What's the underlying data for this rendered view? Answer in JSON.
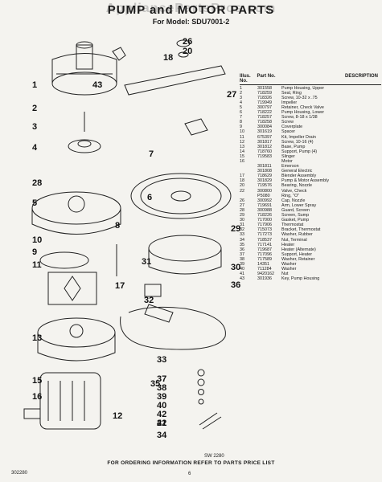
{
  "header": {
    "watermark": "AppliancePartsPros.com",
    "title": "PUMP and MOTOR PARTS",
    "model": "For Model: SDU7001-2"
  },
  "callouts": [
    "26",
    "20",
    "18",
    "27",
    "1",
    "43",
    "2",
    "3",
    "4",
    "7",
    "28",
    "5",
    "6",
    "29",
    "10",
    "8",
    "9",
    "11",
    "31",
    "17",
    "30",
    "32",
    "36",
    "13",
    "33",
    "35",
    "37",
    "38",
    "39",
    "40",
    "42",
    "41",
    "15",
    "16",
    "12",
    "22",
    "34"
  ],
  "parts_list": {
    "headers": {
      "illus": "Illus. No.",
      "part": "Part No.",
      "desc": "DESCRIPTION"
    },
    "rows": [
      {
        "illus": "1",
        "part": "301558",
        "desc": "Pump Housing, Upper"
      },
      {
        "illus": "2",
        "part": "718259",
        "desc": "Seal, Ring"
      },
      {
        "illus": "3",
        "part": "718326",
        "desc": "Screw, 10-32 x .75"
      },
      {
        "illus": "4",
        "part": "719949",
        "desc": "Impeller"
      },
      {
        "illus": "5",
        "part": "300797",
        "desc": "Retainer, Check Valve"
      },
      {
        "illus": "6",
        "part": "718222",
        "desc": "Pump Housing, Lower"
      },
      {
        "illus": "7",
        "part": "718257",
        "desc": "Screw, 8-18 x 1/38"
      },
      {
        "illus": "8",
        "part": "718258",
        "desc": "Screw"
      },
      {
        "illus": "9",
        "part": "300084",
        "desc": "Coverplate"
      },
      {
        "illus": "10",
        "part": "301619",
        "desc": "Spacer"
      },
      {
        "illus": "11",
        "part": "675397",
        "desc": "Kit, Impeller Drain"
      },
      {
        "illus": "12",
        "part": "301817",
        "desc": "Screw, 10-16 (4)"
      },
      {
        "illus": "13",
        "part": "301812",
        "desc": "Base, Pump"
      },
      {
        "illus": "14",
        "part": "718760",
        "desc": "Support, Pump (4)"
      },
      {
        "illus": "15",
        "part": "719583",
        "desc": "Slinger"
      },
      {
        "illus": "16",
        "part": "",
        "desc": "Motor"
      },
      {
        "illus": "",
        "part": "301811",
        "desc": "Emerson"
      },
      {
        "illus": "",
        "part": "301808",
        "desc": "General Electric"
      },
      {
        "illus": "17",
        "part": "718629",
        "desc": "Blender Assembly"
      },
      {
        "illus": "18",
        "part": "301829",
        "desc": "Pump & Motor Assembly"
      },
      {
        "illus": "20",
        "part": "719576",
        "desc": "Bearing, Nozzle"
      },
      {
        "illus": "22",
        "part": "300800",
        "desc": "Valve, Check"
      },
      {
        "illus": "",
        "part": "P5080",
        "desc": "Ring, \"O\""
      },
      {
        "illus": "26",
        "part": "300992",
        "desc": "Cap, Nozzle"
      },
      {
        "illus": "27",
        "part": "719691",
        "desc": "Arm, Lower Spray"
      },
      {
        "illus": "28",
        "part": "300988",
        "desc": "Guard, Screen"
      },
      {
        "illus": "29",
        "part": "718226",
        "desc": "Screen, Sump"
      },
      {
        "illus": "30",
        "part": "717000",
        "desc": "Gasket, Pump"
      },
      {
        "illus": "31",
        "part": "717906",
        "desc": "Thermostat"
      },
      {
        "illus": "32",
        "part": "715073",
        "desc": "Bracket, Thermostat"
      },
      {
        "illus": "33",
        "part": "717273",
        "desc": "Washer, Rubber"
      },
      {
        "illus": "34",
        "part": "718537",
        "desc": "Nut, Terminal"
      },
      {
        "illus": "35",
        "part": "717141",
        "desc": "Heater"
      },
      {
        "illus": "36",
        "part": "719687",
        "desc": "Heater (Alternate)"
      },
      {
        "illus": "37",
        "part": "717096",
        "desc": "Support, Heater"
      },
      {
        "illus": "38",
        "part": "717589",
        "desc": "Washer, Retainer"
      },
      {
        "illus": "39",
        "part": "14351",
        "desc": "Washer"
      },
      {
        "illus": "40",
        "part": "711284",
        "desc": "Washer"
      },
      {
        "illus": "41",
        "part": "9420162",
        "desc": "Nut"
      },
      {
        "illus": "43",
        "part": "301936",
        "desc": "Key, Pump Housing"
      }
    ]
  },
  "drawing_number": "SW 2280",
  "footer": {
    "instruction": "FOR ORDERING INFORMATION REFER TO PARTS PRICE LIST",
    "left_code": "302280",
    "page": "6"
  }
}
